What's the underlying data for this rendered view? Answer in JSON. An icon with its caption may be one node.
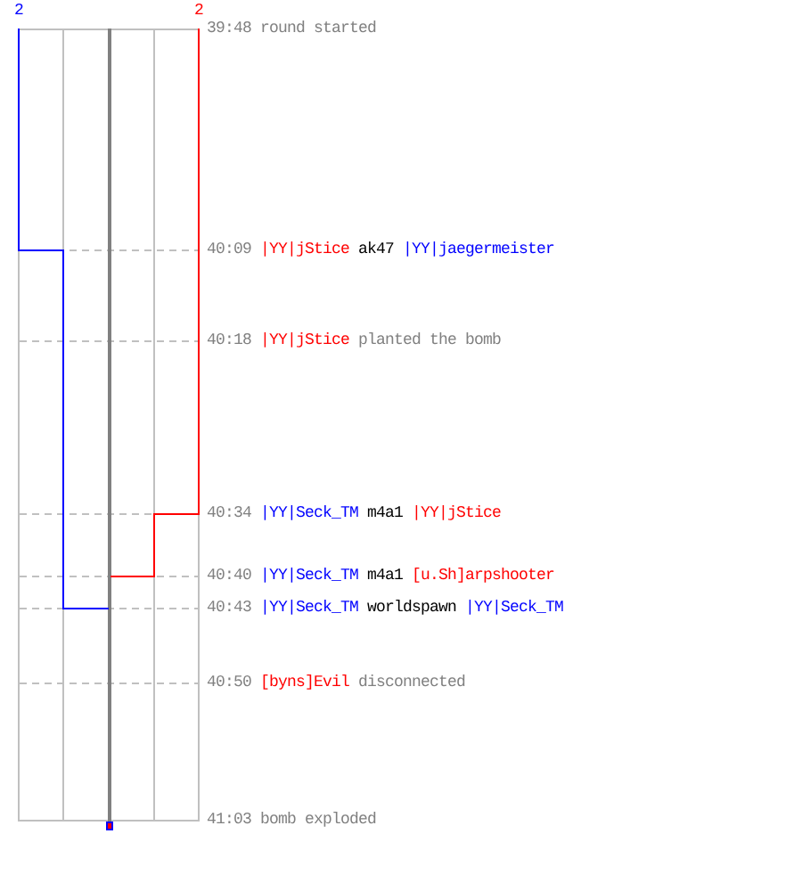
{
  "diagram": {
    "labels": [
      "2",
      "2",
      "39:48",
      "round started",
      "40:09",
      "|YY|jStice",
      "ak47",
      "|YY|jaegermeister",
      "40:18",
      "|YY|jStice",
      "planted the bomb",
      "40:34",
      "|YY|Seck_TM",
      "m4a1",
      "|YY|jStice",
      "40:40",
      "|YY|Seck_TM",
      "m4a1",
      "[u.Sh]arpshooter",
      "40:43",
      "|YY|Seck_TM",
      "worldspawn",
      "|YY|Seck_TM",
      "40:50",
      "[byns]Evil",
      "disconnected",
      "41:03",
      "bomb exploded"
    ]
  }
}
